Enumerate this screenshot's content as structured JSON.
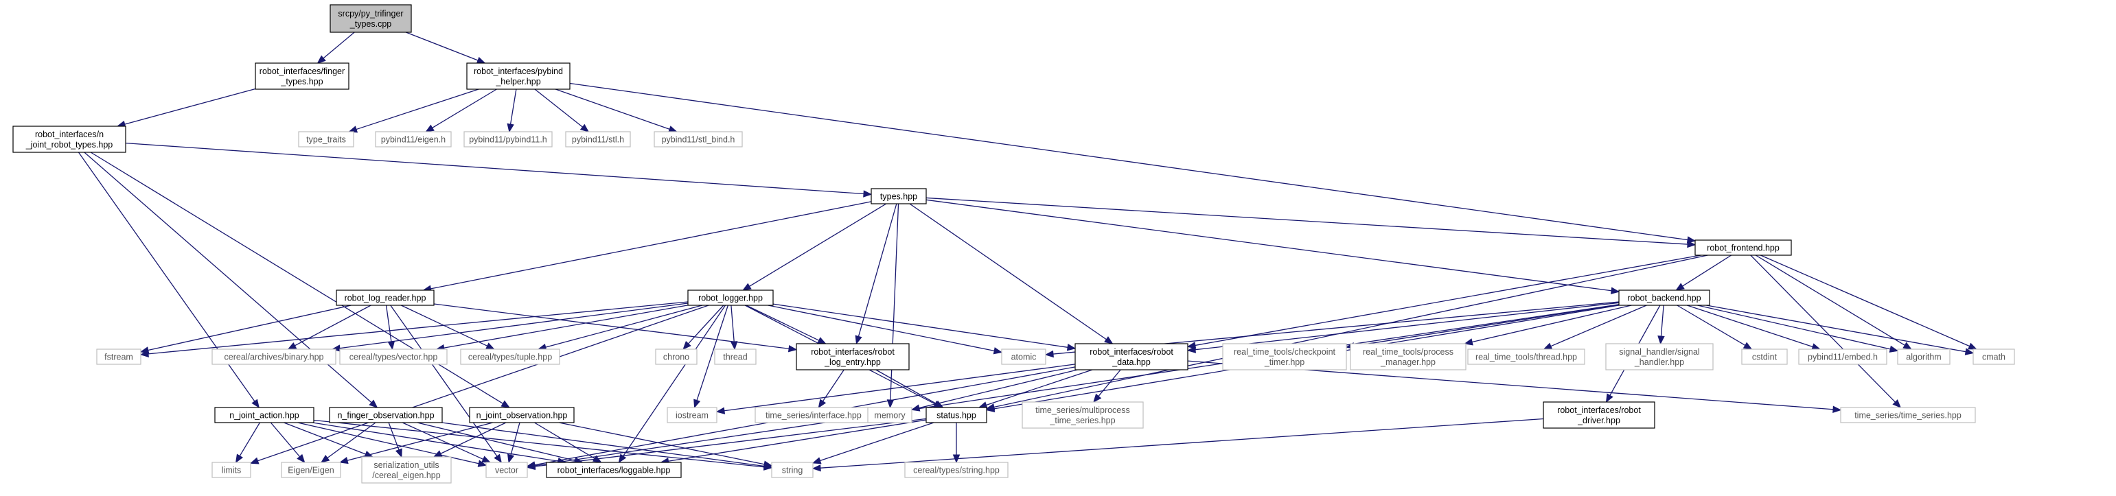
{
  "colors": {
    "edge": "#191970",
    "node_border": "#000000",
    "external_border": "#bfbfbf",
    "root_fill": "#bfbfbf",
    "text": "#000000",
    "external_text": "#555555"
  },
  "nodes": [
    {
      "id": "root",
      "lines": [
        "srcpy/py_trifinger",
        "_types.cpp"
      ],
      "kind": "root"
    },
    {
      "id": "finger_types",
      "lines": [
        "robot_interfaces/finger",
        "_types.hpp"
      ],
      "kind": "internal"
    },
    {
      "id": "pybind_helper",
      "lines": [
        "robot_interfaces/pybind",
        "_helper.hpp"
      ],
      "kind": "internal"
    },
    {
      "id": "n_joint_robot_types",
      "lines": [
        "robot_interfaces/n",
        "_joint_robot_types.hpp"
      ],
      "kind": "internal"
    },
    {
      "id": "type_traits",
      "lines": [
        "type_traits"
      ],
      "kind": "external"
    },
    {
      "id": "pybind11_eigen",
      "lines": [
        "pybind11/eigen.h"
      ],
      "kind": "external"
    },
    {
      "id": "pybind11_pybind11",
      "lines": [
        "pybind11/pybind11.h"
      ],
      "kind": "external"
    },
    {
      "id": "pybind11_stl",
      "lines": [
        "pybind11/stl.h"
      ],
      "kind": "external"
    },
    {
      "id": "pybind11_stl_bind",
      "lines": [
        "pybind11/stl_bind.h"
      ],
      "kind": "external"
    },
    {
      "id": "types",
      "lines": [
        "types.hpp"
      ],
      "kind": "internal"
    },
    {
      "id": "robot_frontend",
      "lines": [
        "robot_frontend.hpp"
      ],
      "kind": "internal"
    },
    {
      "id": "robot_log_reader",
      "lines": [
        "robot_log_reader.hpp"
      ],
      "kind": "internal"
    },
    {
      "id": "robot_logger",
      "lines": [
        "robot_logger.hpp"
      ],
      "kind": "internal"
    },
    {
      "id": "robot_backend",
      "lines": [
        "robot_backend.hpp"
      ],
      "kind": "internal"
    },
    {
      "id": "fstream",
      "lines": [
        "fstream"
      ],
      "kind": "external"
    },
    {
      "id": "cereal_binary",
      "lines": [
        "cereal/archives/binary.hpp"
      ],
      "kind": "external"
    },
    {
      "id": "cereal_vector",
      "lines": [
        "cereal/types/vector.hpp"
      ],
      "kind": "external"
    },
    {
      "id": "cereal_tuple",
      "lines": [
        "cereal/types/tuple.hpp"
      ],
      "kind": "external"
    },
    {
      "id": "chrono",
      "lines": [
        "chrono"
      ],
      "kind": "external"
    },
    {
      "id": "thread",
      "lines": [
        "thread"
      ],
      "kind": "external"
    },
    {
      "id": "robot_log_entry",
      "lines": [
        "robot_interfaces/robot",
        "_log_entry.hpp"
      ],
      "kind": "internal"
    },
    {
      "id": "atomic",
      "lines": [
        "atomic"
      ],
      "kind": "external"
    },
    {
      "id": "robot_data",
      "lines": [
        "robot_interfaces/robot",
        "_data.hpp"
      ],
      "kind": "internal"
    },
    {
      "id": "rt_checkpoint",
      "lines": [
        "real_time_tools/checkpoint",
        "_timer.hpp"
      ],
      "kind": "external"
    },
    {
      "id": "rt_process",
      "lines": [
        "real_time_tools/process",
        "_manager.hpp"
      ],
      "kind": "external"
    },
    {
      "id": "rt_thread",
      "lines": [
        "real_time_tools/thread.hpp"
      ],
      "kind": "external"
    },
    {
      "id": "signal_handler",
      "lines": [
        "signal_handler/signal",
        "_handler.hpp"
      ],
      "kind": "external"
    },
    {
      "id": "cstdint",
      "lines": [
        "cstdint"
      ],
      "kind": "external"
    },
    {
      "id": "pybind11_embed",
      "lines": [
        "pybind11/embed.h"
      ],
      "kind": "external"
    },
    {
      "id": "algorithm",
      "lines": [
        "algorithm"
      ],
      "kind": "external"
    },
    {
      "id": "cmath",
      "lines": [
        "cmath"
      ],
      "kind": "external"
    },
    {
      "id": "iostream",
      "lines": [
        "iostream"
      ],
      "kind": "external"
    },
    {
      "id": "ts_interface",
      "lines": [
        "time_series/interface.hpp"
      ],
      "kind": "external"
    },
    {
      "id": "memory",
      "lines": [
        "memory"
      ],
      "kind": "external"
    },
    {
      "id": "status",
      "lines": [
        "status.hpp"
      ],
      "kind": "internal"
    },
    {
      "id": "ts_multiprocess",
      "lines": [
        "time_series/multiprocess",
        "_time_series.hpp"
      ],
      "kind": "external"
    },
    {
      "id": "robot_driver",
      "lines": [
        "robot_interfaces/robot",
        "_driver.hpp"
      ],
      "kind": "internal"
    },
    {
      "id": "ts_time_series",
      "lines": [
        "time_series/time_series.hpp"
      ],
      "kind": "external"
    },
    {
      "id": "n_joint_action",
      "lines": [
        "n_joint_action.hpp"
      ],
      "kind": "internal"
    },
    {
      "id": "n_finger_observation",
      "lines": [
        "n_finger_observation.hpp"
      ],
      "kind": "internal"
    },
    {
      "id": "n_joint_observation",
      "lines": [
        "n_joint_observation.hpp"
      ],
      "kind": "internal"
    },
    {
      "id": "limits",
      "lines": [
        "limits"
      ],
      "kind": "external"
    },
    {
      "id": "eigen",
      "lines": [
        "Eigen/Eigen"
      ],
      "kind": "external"
    },
    {
      "id": "serialization_utils",
      "lines": [
        "serialization_utils",
        "/cereal_eigen.hpp"
      ],
      "kind": "external"
    },
    {
      "id": "vector",
      "lines": [
        "vector"
      ],
      "kind": "external"
    },
    {
      "id": "loggable",
      "lines": [
        "robot_interfaces/loggable.hpp"
      ],
      "kind": "internal"
    },
    {
      "id": "string",
      "lines": [
        "string"
      ],
      "kind": "external"
    },
    {
      "id": "cereal_string",
      "lines": [
        "cereal/types/string.hpp"
      ],
      "kind": "external"
    }
  ],
  "edges": [
    [
      "root",
      "finger_types"
    ],
    [
      "root",
      "pybind_helper"
    ],
    [
      "finger_types",
      "n_joint_robot_types"
    ],
    [
      "pybind_helper",
      "type_traits"
    ],
    [
      "pybind_helper",
      "pybind11_eigen"
    ],
    [
      "pybind_helper",
      "pybind11_pybind11"
    ],
    [
      "pybind_helper",
      "pybind11_stl"
    ],
    [
      "pybind_helper",
      "pybind11_stl_bind"
    ],
    [
      "pybind_helper",
      "robot_frontend"
    ],
    [
      "n_joint_robot_types",
      "types"
    ],
    [
      "n_joint_robot_types",
      "n_joint_action"
    ],
    [
      "n_joint_robot_types",
      "n_finger_observation"
    ],
    [
      "n_joint_robot_types",
      "n_joint_observation"
    ],
    [
      "types",
      "robot_log_reader"
    ],
    [
      "types",
      "robot_logger"
    ],
    [
      "types",
      "robot_log_entry"
    ],
    [
      "types",
      "robot_data"
    ],
    [
      "types",
      "memory"
    ],
    [
      "types",
      "robot_frontend"
    ],
    [
      "types",
      "robot_backend"
    ],
    [
      "robot_frontend",
      "robot_backend"
    ],
    [
      "robot_frontend",
      "robot_data"
    ],
    [
      "robot_frontend",
      "status"
    ],
    [
      "robot_frontend",
      "algorithm"
    ],
    [
      "robot_frontend",
      "cmath"
    ],
    [
      "robot_frontend",
      "ts_time_series"
    ],
    [
      "robot_log_reader",
      "fstream"
    ],
    [
      "robot_log_reader",
      "cereal_binary"
    ],
    [
      "robot_log_reader",
      "cereal_vector"
    ],
    [
      "robot_log_reader",
      "cereal_tuple"
    ],
    [
      "robot_log_reader",
      "robot_log_entry"
    ],
    [
      "robot_log_reader",
      "vector"
    ],
    [
      "robot_logger",
      "fstream"
    ],
    [
      "robot_logger",
      "cereal_binary"
    ],
    [
      "robot_logger",
      "cereal_vector"
    ],
    [
      "robot_logger",
      "cereal_tuple"
    ],
    [
      "robot_logger",
      "chrono"
    ],
    [
      "robot_logger",
      "thread"
    ],
    [
      "robot_logger",
      "robot_log_entry"
    ],
    [
      "robot_logger",
      "atomic"
    ],
    [
      "robot_logger",
      "robot_data"
    ],
    [
      "robot_logger",
      "iostream"
    ],
    [
      "robot_logger",
      "status"
    ],
    [
      "robot_logger",
      "limits"
    ],
    [
      "robot_logger",
      "loggable"
    ],
    [
      "robot_backend",
      "atomic"
    ],
    [
      "robot_backend",
      "robot_data"
    ],
    [
      "robot_backend",
      "rt_checkpoint"
    ],
    [
      "robot_backend",
      "rt_process"
    ],
    [
      "robot_backend",
      "rt_thread"
    ],
    [
      "robot_backend",
      "signal_handler"
    ],
    [
      "robot_backend",
      "cstdint"
    ],
    [
      "robot_backend",
      "pybind11_embed"
    ],
    [
      "robot_backend",
      "algorithm"
    ],
    [
      "robot_backend",
      "cmath"
    ],
    [
      "robot_backend",
      "robot_driver"
    ],
    [
      "robot_backend",
      "status"
    ],
    [
      "robot_backend",
      "vector"
    ],
    [
      "robot_log_entry",
      "ts_interface"
    ],
    [
      "robot_log_entry",
      "status"
    ],
    [
      "robot_data",
      "iostream"
    ],
    [
      "robot_data",
      "memory"
    ],
    [
      "robot_data",
      "status"
    ],
    [
      "robot_data",
      "ts_multiprocess"
    ],
    [
      "robot_data",
      "ts_time_series"
    ],
    [
      "robot_data",
      "vector"
    ],
    [
      "status",
      "string"
    ],
    [
      "status",
      "cereal_string"
    ],
    [
      "status",
      "loggable"
    ],
    [
      "status",
      "vector"
    ],
    [
      "robot_driver",
      "string"
    ],
    [
      "n_joint_action",
      "limits"
    ],
    [
      "n_joint_action",
      "eigen"
    ],
    [
      "n_joint_action",
      "serialization_utils"
    ],
    [
      "n_joint_action",
      "vector"
    ],
    [
      "n_joint_action",
      "loggable"
    ],
    [
      "n_joint_action",
      "string"
    ],
    [
      "n_finger_observation",
      "eigen"
    ],
    [
      "n_finger_observation",
      "serialization_utils"
    ],
    [
      "n_finger_observation",
      "vector"
    ],
    [
      "n_finger_observation",
      "loggable"
    ],
    [
      "n_finger_observation",
      "string"
    ],
    [
      "n_joint_observation",
      "eigen"
    ],
    [
      "n_joint_observation",
      "serialization_utils"
    ],
    [
      "n_joint_observation",
      "vector"
    ],
    [
      "n_joint_observation",
      "loggable"
    ],
    [
      "n_joint_observation",
      "string"
    ]
  ]
}
